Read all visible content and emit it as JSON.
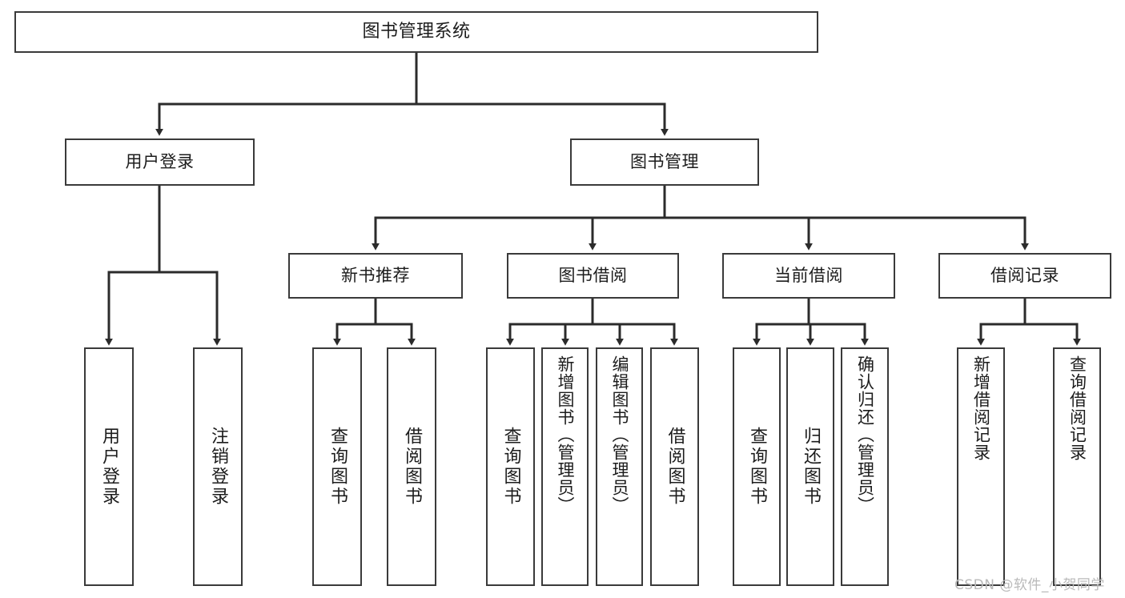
{
  "diagram": {
    "title": "图书管理系统",
    "type": "tree",
    "orientation": "top-down",
    "box_border_color": "#3a3a3a",
    "box_fill_color": "#ffffff",
    "text_color": "#1c1c1c",
    "edge_color": "#2b2b2b",
    "watermark": "CSDN @软件_小贺同学",
    "watermark_color": "#b9b9b9"
  },
  "nodes": {
    "root": {
      "label": "图书管理系统"
    },
    "level1": [
      {
        "id": "user-login",
        "label": "用户登录"
      },
      {
        "id": "book-manage",
        "label": "图书管理"
      }
    ],
    "level2": [
      {
        "id": "new-book-recommend",
        "label": "新书推荐"
      },
      {
        "id": "book-borrow",
        "label": "图书借阅"
      },
      {
        "id": "current-borrow",
        "label": "当前借阅"
      },
      {
        "id": "borrow-record",
        "label": "借阅记录"
      }
    ],
    "leaves": {
      "user-login": [
        {
          "id": "leaf-user-login",
          "label": "用户登录"
        },
        {
          "id": "leaf-logout-login",
          "label": "注销登录"
        }
      ],
      "new-book-recommend": [
        {
          "id": "leaf-query-book-1",
          "label": "查询图书"
        },
        {
          "id": "leaf-borrow-book-1",
          "label": "借阅图书"
        }
      ],
      "book-borrow": [
        {
          "id": "leaf-query-book-2",
          "label": "查询图书"
        },
        {
          "id": "leaf-add-book",
          "label": "新增图书（管理员）"
        },
        {
          "id": "leaf-edit-book",
          "label": "编辑图书（管理员）"
        },
        {
          "id": "leaf-borrow-book-2",
          "label": "借阅图书"
        }
      ],
      "current-borrow": [
        {
          "id": "leaf-query-book-3",
          "label": "查询图书"
        },
        {
          "id": "leaf-return-book",
          "label": "归还图书"
        },
        {
          "id": "leaf-confirm-return",
          "label": "确认归还（管理员）"
        }
      ],
      "borrow-record": [
        {
          "id": "leaf-add-record",
          "label": "新增借阅记录"
        },
        {
          "id": "leaf-query-record",
          "label": "查询借阅记录"
        }
      ]
    }
  }
}
